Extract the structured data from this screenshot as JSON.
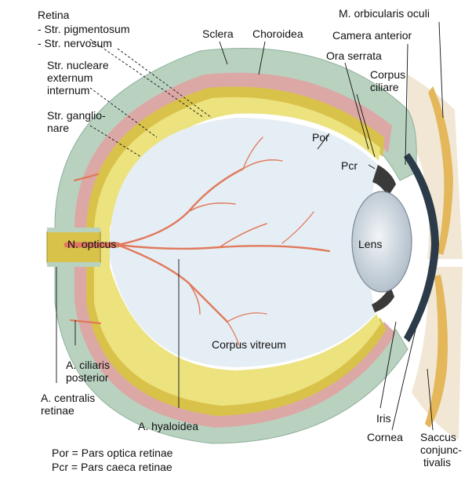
{
  "labels": {
    "retina": "Retina",
    "str_pigmentosum": "- Str. pigmentosum",
    "str_nervosum": "- Str. nervosum",
    "str_nucleare_1": "Str. nucleare",
    "str_nucleare_2": "externum",
    "str_nucleare_3": "internum",
    "str_ganglionare_1": "Str. ganglio-",
    "str_ganglionare_2": "nare",
    "sclera": "Sclera",
    "choroidea": "Choroidea",
    "m_orbicularis": "M. orbicularis oculi",
    "camera_anterior": "Camera anterior",
    "ora_serrata": "Ora serrata",
    "corpus_ciliare_1": "Corpus",
    "corpus_ciliare_2": "ciliare",
    "por": "Por",
    "pcr": "Pcr",
    "n_opticus": "N. opticus",
    "lens": "Lens",
    "corpus_vitreum": "Corpus vitreum",
    "a_ciliaris_1": "A. ciliaris",
    "a_ciliaris_2": "posterior",
    "a_centralis_1": "A. centralis",
    "a_centralis_2": "retinae",
    "a_hyaloidea": "A. hyaloidea",
    "iris": "Iris",
    "cornea": "Cornea",
    "saccus_1": "Saccus",
    "saccus_2": "conjunc-",
    "saccus_3": "tivalis"
  },
  "legend": {
    "por_def": "Por = Pars optica retinae",
    "pcr_def": "Pcr = Pars caeca retinae"
  },
  "colors": {
    "sclera": "#b9d2c0",
    "choroid": "#dba8a6",
    "retina_pigment": "#d9c24a",
    "retina_neural": "#ece27e",
    "vitreous": "#e6eef5",
    "vessel": "#e07a5c",
    "lens": "#c8d4de"
  }
}
